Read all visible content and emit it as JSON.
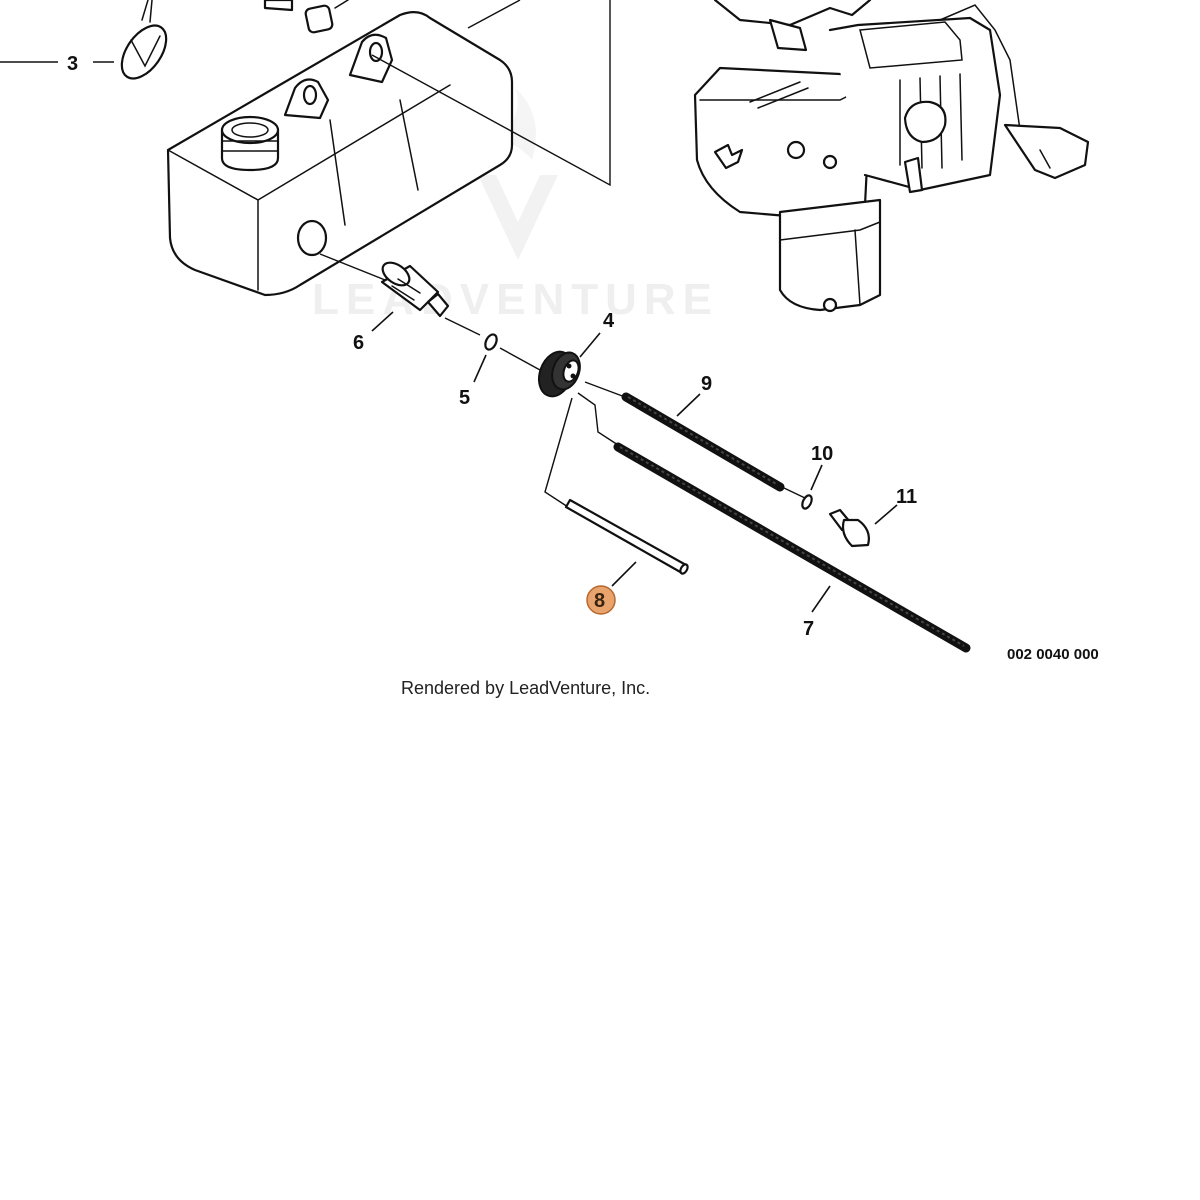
{
  "callouts": {
    "c3": "3",
    "c4": "4",
    "c5": "5",
    "c6": "6",
    "c7": "7",
    "c8": "8",
    "c9": "9",
    "c10": "10",
    "c11": "11"
  },
  "highlighted_callout": "8",
  "part_code": "002 0040 000",
  "credit": "Rendered by LeadVenture, Inc.",
  "watermark": "LEADVENTURE",
  "colors": {
    "highlight": "#e9a46e",
    "ink": "#111111",
    "watermark": "#e3e3e3"
  }
}
